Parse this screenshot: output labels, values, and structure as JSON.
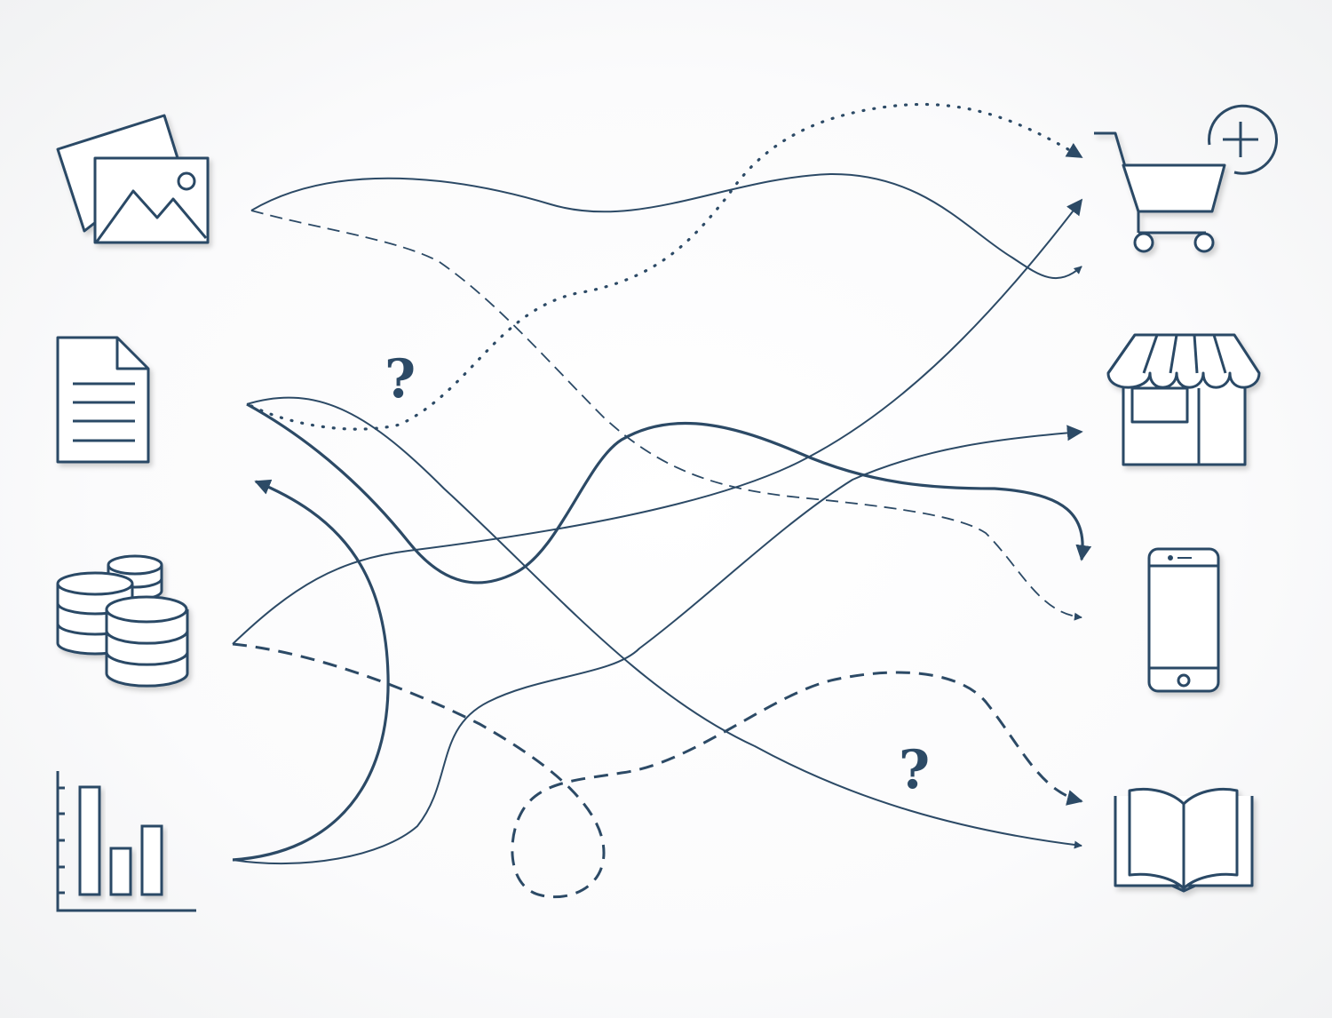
{
  "colors": {
    "stroke": "#2c4a66",
    "background": "#ffffff"
  },
  "sources": [
    {
      "name": "images",
      "icon": "images-icon"
    },
    {
      "name": "document",
      "icon": "document-icon"
    },
    {
      "name": "database",
      "icon": "database-icon"
    },
    {
      "name": "bar-chart",
      "icon": "bar-chart-icon"
    }
  ],
  "destinations": [
    {
      "name": "shopping-cart",
      "icon": "shopping-cart-add-icon"
    },
    {
      "name": "store",
      "icon": "store-icon"
    },
    {
      "name": "smartphone",
      "icon": "smartphone-icon"
    },
    {
      "name": "book",
      "icon": "open-book-icon"
    }
  ],
  "annotations": {
    "question_1": "?",
    "question_2": "?"
  }
}
